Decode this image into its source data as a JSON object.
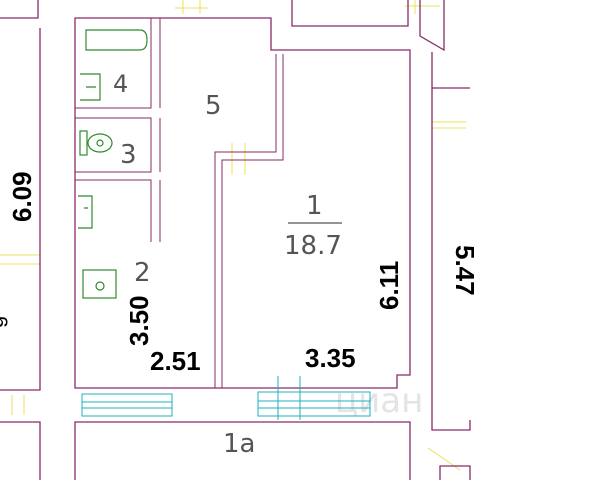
{
  "rooms": [
    {
      "id": "room-1",
      "number": "1",
      "area": "18.7"
    },
    {
      "id": "room-2",
      "number": "2"
    },
    {
      "id": "room-3",
      "number": "3"
    },
    {
      "id": "room-4",
      "number": "4"
    },
    {
      "id": "room-5",
      "number": "5"
    },
    {
      "id": "room-1a",
      "number": "1a"
    }
  ],
  "dimensions": {
    "left_building": "6.09",
    "room2_height": "3.50",
    "room2_width": "2.51",
    "room1_width": "3.35",
    "room1_height": "6.11",
    "right_corridor": "5.47",
    "left_partial": "g"
  },
  "watermark": "циан",
  "colors": {
    "walls": "#8a2a6a",
    "fixtures": "#2e8b2e",
    "windows": "#1fb0c0",
    "hatching": "#e8e060"
  }
}
